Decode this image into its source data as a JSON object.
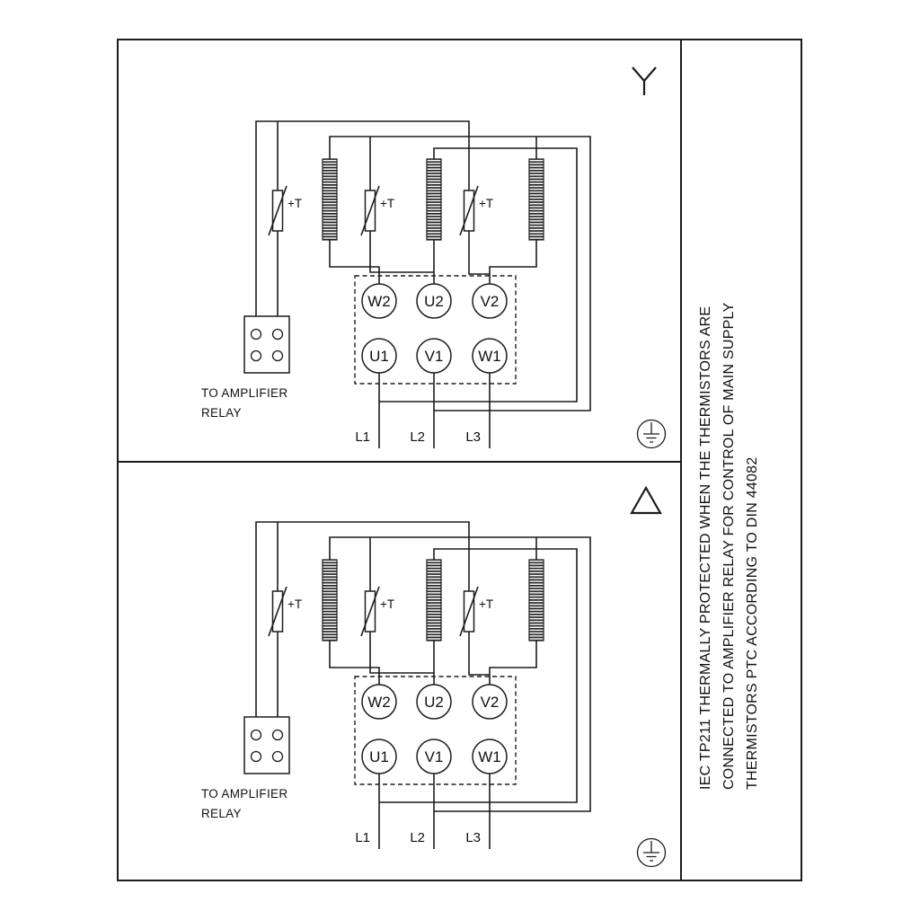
{
  "colors": {
    "line": "#1c1c1c",
    "background": "#ffffff"
  },
  "sidebar": {
    "note_lines": [
      "IEC TP211 THERMALLY PROTECTED WHEN THE THERMISTORS ARE",
      "CONNECTED TO AMPLIFIER RELAY FOR CONTROL OF MAIN SUPPLY",
      "THERMISTORS PTC ACCORDING TO DIN 44082"
    ]
  },
  "panels": [
    {
      "connection": "star",
      "terminals": {
        "top_row": [
          "W2",
          "U2",
          "V2"
        ],
        "bottom_row": [
          "U1",
          "V1",
          "W1"
        ]
      },
      "thermistor_labels": [
        "+T",
        "+T",
        "+T"
      ],
      "relay_caption_line1": "TO AMPLIFIER",
      "relay_caption_line2": "RELAY",
      "supply_lines": [
        "L1",
        "L2",
        "L3"
      ]
    },
    {
      "connection": "delta",
      "terminals": {
        "top_row": [
          "W2",
          "U2",
          "V2"
        ],
        "bottom_row": [
          "U1",
          "V1",
          "W1"
        ]
      },
      "thermistor_labels": [
        "+T",
        "+T",
        "+T"
      ],
      "relay_caption_line1": "TO AMPLIFIER",
      "relay_caption_line2": "RELAY",
      "supply_lines": [
        "L1",
        "L2",
        "L3"
      ]
    }
  ]
}
